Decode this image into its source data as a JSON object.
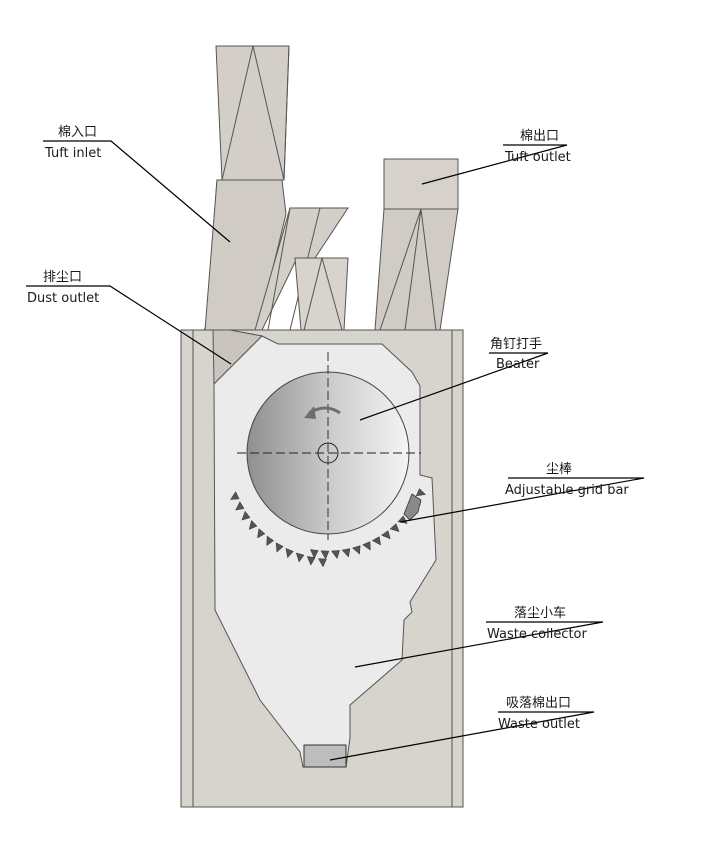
{
  "labels": {
    "tuft_inlet": {
      "zh": "棉入口",
      "en": "Tuft inlet"
    },
    "tuft_outlet": {
      "zh": "棉出口",
      "en": "Tuft outlet"
    },
    "dust_outlet": {
      "zh": "排尘口",
      "en": "Dust outlet"
    },
    "beater": {
      "zh": "角钉打手",
      "en": "Beater"
    },
    "grid_bar": {
      "zh": "尘棒",
      "en": "Adjustable grid bar"
    },
    "waste_collector": {
      "zh": "落尘小车",
      "en": "Waste collector"
    },
    "waste_outlet": {
      "zh": "吸落棉出口",
      "en": "Waste outlet"
    }
  },
  "colors": {
    "housing": "#d7d3cd",
    "interior": "#ececec",
    "duct": "#d0ccc5",
    "beater_light": "#f2f2f2",
    "beater_dark": "#8f8f8f",
    "line": "#000000"
  },
  "icons": {
    "rotation": "rotation-arrow-icon"
  }
}
